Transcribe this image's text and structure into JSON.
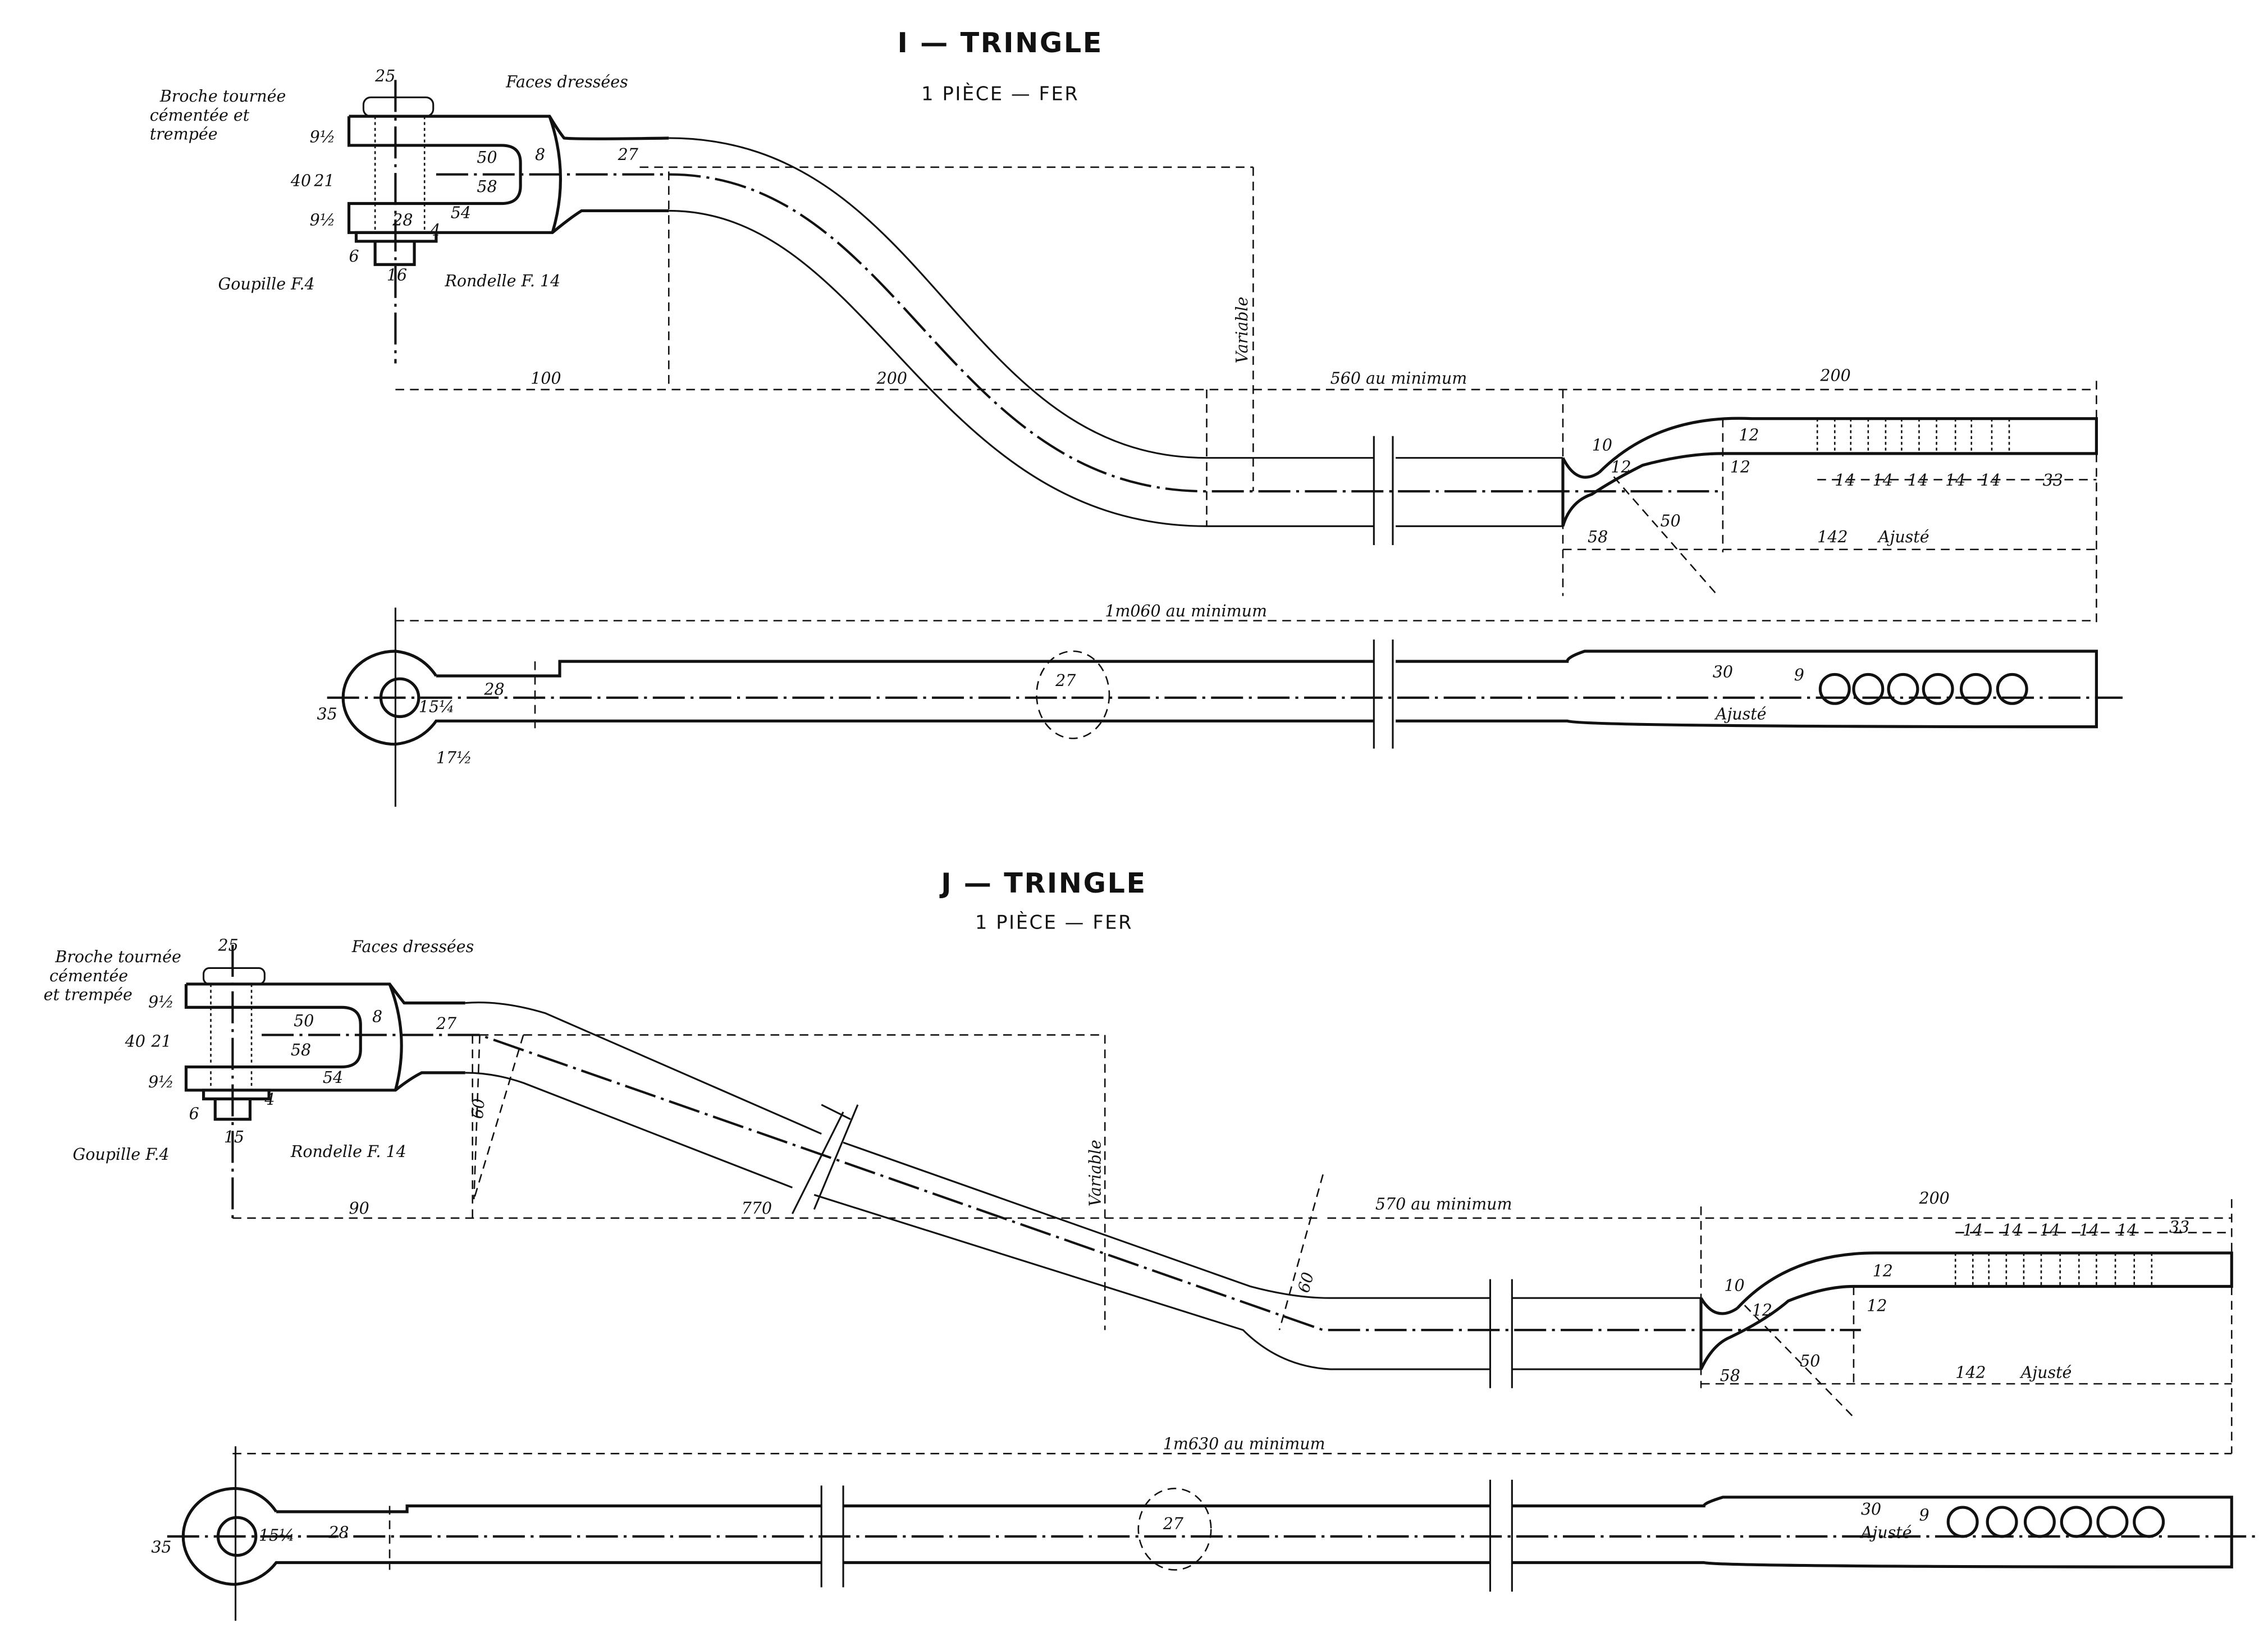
{
  "drawing_i": {
    "title": "I — TRINGLE",
    "subtitle": "1 PIÈCE — FER",
    "notes": {
      "broche": "Broche tournée",
      "cementee": "cémentée et",
      "trempee": "trempée",
      "faces": "Faces dressées",
      "goupille": "Goupille F.4",
      "rondelle": "Rondelle F. 14",
      "variable": "Variable",
      "ajuste": "Ajusté",
      "ajuste_plan": "Ajusté"
    },
    "dims": {
      "d25": "25",
      "d9a": "9½",
      "d9b": "9½",
      "d40": "40",
      "d21": "21",
      "d50": "50",
      "d58": "58",
      "d8": "8",
      "d27": "27",
      "d54": "54",
      "d28": "28",
      "d4": "4",
      "d6": "6",
      "d16": "16",
      "d100": "100",
      "d200": "200",
      "d560": "560 au minimum",
      "d300": "200",
      "d12a": "12",
      "d12b": "12",
      "d10": "10",
      "d12c": "12",
      "d50r": "50",
      "d58b": "58",
      "d142": "142",
      "p14": [
        "14",
        "14",
        "14",
        "14",
        "14"
      ],
      "d33": "33",
      "total": "1m060   au   minimum",
      "d35": "35",
      "d15": "15¼",
      "d28p": "28",
      "d17": "17½",
      "d27p": "27",
      "d30": "30",
      "d9": "9"
    }
  },
  "drawing_j": {
    "title": "J — TRINGLE",
    "subtitle": "1 PIÈCE — FER",
    "notes": {
      "broche": "Broche tournée",
      "cementee": "cémentée",
      "trempee": "et trempée",
      "faces": "Faces dressées",
      "goupille": "Goupille F.4",
      "rondelle": "Rondelle F. 14",
      "variable": "Variable",
      "ajuste": "Ajusté",
      "ajuste_plan": "Ajusté"
    },
    "dims": {
      "d25": "25",
      "d9a": "9½",
      "d9b": "9½",
      "d40": "40",
      "d21": "21",
      "d50": "50",
      "d58": "58",
      "d8": "8",
      "d27": "27",
      "d54": "54",
      "d60": "60",
      "d4": "4",
      "d6": "6",
      "d15": "15",
      "d90": "90",
      "d770": "770",
      "d570": "570 au minimum",
      "d60b": "60",
      "d200": "200",
      "d12a": "12",
      "d12b": "12",
      "d10": "10",
      "d12c": "12",
      "d50r": "50",
      "d58b": "58",
      "d142": "142",
      "p14": [
        "14",
        "14",
        "14",
        "14",
        "14"
      ],
      "d33": "33",
      "total": "1m630   au   minimum",
      "d35": "35",
      "d15p": "15¼",
      "d28p": "28",
      "d27p": "27",
      "d30": "30",
      "d9": "9"
    }
  }
}
